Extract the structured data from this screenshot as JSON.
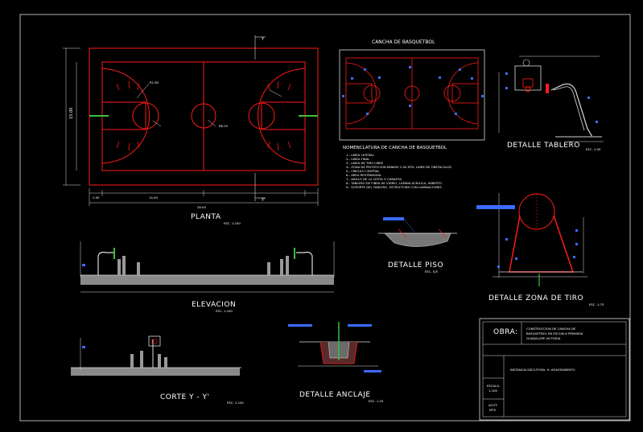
{
  "colors": {
    "background": "#000000",
    "line_white": "#dddddd",
    "court_red": "#ff1a1a",
    "accent_blue": "#3b6cff",
    "ground_gray": "#8a8a8a",
    "green": "#3bbf3b"
  },
  "titles": {
    "small_court": "CANCHA DE BASQUETBOL",
    "nomenclature_heading": "NOMENCLATURA DE CANCHA DE BASQUETBOL",
    "planta": "PLANTA",
    "planta_scale": "ESC. 1:100",
    "elevacion": "ELEVACION",
    "elevacion_scale": "ESC. 1:100",
    "corte": "CORTE    Y  -  Y'",
    "corte_scale": "ESC. 1:100",
    "tablero": "DETALLE TABLERO",
    "tablero_scale": "ESC. 1:50",
    "piso": "DETALLE PISO",
    "piso_scale": "ESC. S/E",
    "zona_tiro": "DETALLE ZONA DE TIRO",
    "zona_tiro_scale": "ESC. 1:75",
    "anclaje": "DETALLE ANCLAJE",
    "anclaje_scale": "ESC. 1:25"
  },
  "axis_marks": {
    "y_top": "Y",
    "y_bottom": "Y'"
  },
  "nomenclature_items": [
    "1.- LINEA LATERAL",
    "2.- LINEA FINAL",
    "3.- LINEA DE TIRO LIBRE",
    "4.- ZONA DE PROTECCION MINIMO 2.00 MTS. LIBRE DE OBSTACULOS",
    "5.- CIRCULO CENTRAL",
    "6.- AREA RESTRINGIDA",
    "7.- ANILLO DE LA CESTA O CANASTA",
    "8.- TABLERO DE FIBRA DE VIDRIO, LAMINA ACRILICA, ASBESTO",
    "9.- SOPORTE DEL TABLERO, ESTRUCTURA CON LAMINACIONES"
  ],
  "title_block": {
    "obra_label": "OBRA:",
    "obra_text": [
      "CONSTRUCCION DE CANCHA DE",
      "BASQUETBOL EN ESCUELA PRIMARIA",
      "GUADALUPE VICTORIA"
    ],
    "instancia_text": "INSTANCIA EJECUTORA: H. AYUNTAMIENTO",
    "escala_label": "ESCALA:",
    "escala_value": "1:100",
    "acot_label": "ACOT:",
    "acot_value": "MTS"
  },
  "dimension_labels": {
    "court_length": "28.00",
    "court_width": "15.00",
    "left_offset": "2.00",
    "half_length": "14.00",
    "radius_label": "R1.80",
    "three_point": "R6.25"
  }
}
